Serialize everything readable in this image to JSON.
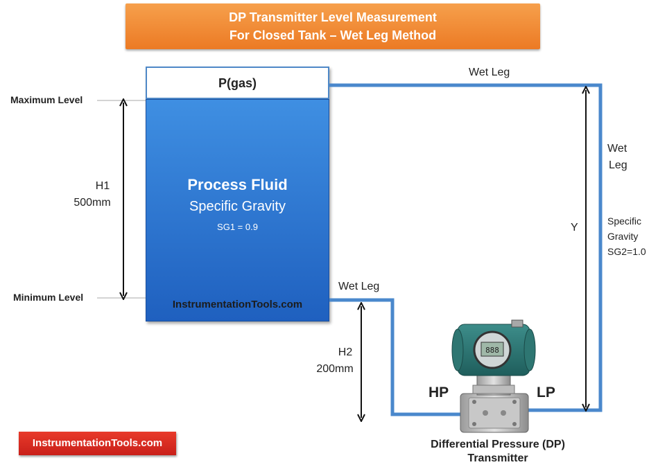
{
  "title": {
    "line1": "DP Transmitter Level Measurement",
    "line2": "For Closed Tank – Wet Leg Method"
  },
  "tank": {
    "gas_label": "P(gas)",
    "fluid_title": "Process Fluid",
    "fluid_subtitle": "Specific Gravity",
    "sg1": "SG1 = 0.9",
    "watermark": "InstrumentationTools.com"
  },
  "levels": {
    "maximum": "Maximum Level",
    "minimum": "Minimum Level"
  },
  "h1": {
    "label": "H1",
    "value": "500mm"
  },
  "h2": {
    "label": "H2",
    "value": "200mm"
  },
  "wet_leg_top": "Wet Leg",
  "wet_leg_right_1": "Wet",
  "wet_leg_right_2": "Leg",
  "wet_leg_bottom": "Wet Leg",
  "y_label": "Y",
  "sg2": {
    "line1": "Specific",
    "line2": "Gravity",
    "line3": "SG2=1.0"
  },
  "transmitter": {
    "hp": "HP",
    "lp": "LP",
    "line1": "Differential Pressure (DP)",
    "line2": "Transmitter"
  },
  "logo": "InstrumentationTools.com",
  "colors": {
    "banner": "#ec7a24",
    "fluid": "#2e74d0",
    "pipe": "#4a88cc",
    "logo_badge": "#d42a20"
  }
}
